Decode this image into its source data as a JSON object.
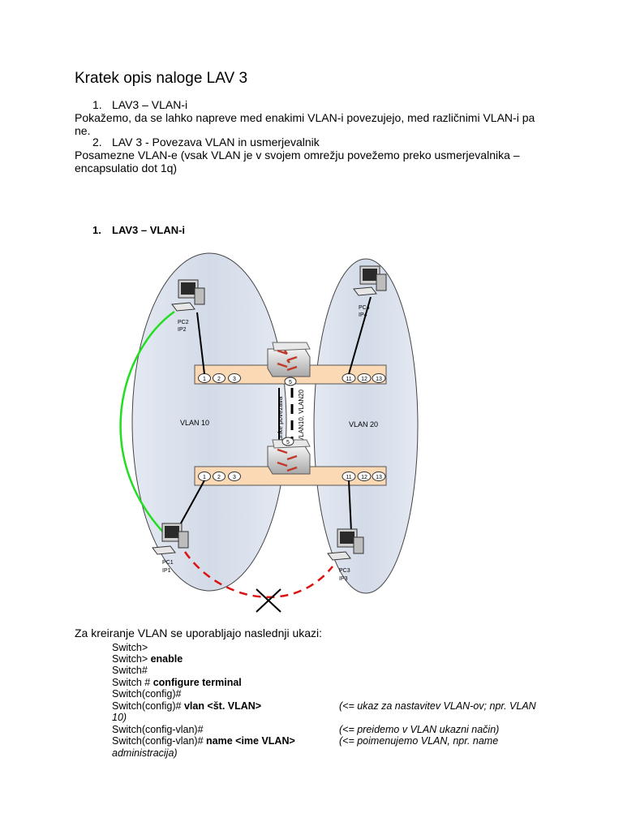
{
  "title": "Kratek opis naloge LAV 3",
  "intro": {
    "item1_num": "1.",
    "item1_title": "LAV3 – VLAN-i",
    "item1_desc_line1": "Pokažemo, da se lahko napreve med enakimi VLAN-i povezujejo, med različnimi VLAN-i pa",
    "item1_desc_line2": "ne.",
    "item2_num": "2.",
    "item2_title": "LAV 3 - Povezava VLAN in usmerjevalnik",
    "item2_desc_line1": "Posamezne VLAN-e (vsak VLAN je v svojem omrežju povežemo preko usmerjevalnika –",
    "item2_desc_line2": "encapsulatio dot 1q)"
  },
  "section1": {
    "num": "1.",
    "title": "LAV3 – VLAN-i"
  },
  "diagram": {
    "vlan10_label": "VLAN 10",
    "vlan20_label": "VLAN 20",
    "pc2_name": "PC2",
    "pc2_ip": "IP2",
    "pc4_name": "PC4",
    "pc4_ip": "IP4",
    "pc1_name": "PC1",
    "pc1_ip": "IP1",
    "pc3_name": "PC3",
    "pc3_ip": "IP3",
    "port1": "1",
    "port2": "2",
    "port3": "3",
    "port11": "11",
    "port12": "12",
    "port13": "13",
    "trunk_port": "5",
    "trunk_text1": "strunke povezava",
    "trunk_text2": "VLAN10, VLAN20"
  },
  "commands_intro": "Za kreiranje VLAN se uporabljajo naslednji ukazi:",
  "commands": {
    "l1": "Switch>",
    "l2_prefix": "Switch> ",
    "l2_bold": "enable",
    "l3": "Switch#",
    "l4_prefix": "Switch # ",
    "l4_bold": "configure terminal",
    "l5": "Switch(config)#",
    "l6_prefix": "Switch(config)# ",
    "l6_bold": "vlan <št. VLAN>",
    "l6_comment": "(<= ukaz za nastavitev VLAN-ov; npr. VLAN",
    "l6_comment_cont": "10)",
    "l7": "Switch(config-vlan)#",
    "l7_comment": "(<= preidemo v VLAN ukazni način)",
    "l8_prefix": "Switch(config-vlan)# ",
    "l8_bold": "name <ime VLAN>",
    "l8_comment": "(<= poimenujemo VLAN, npr. name",
    "l8_comment_cont": "administracija)"
  }
}
